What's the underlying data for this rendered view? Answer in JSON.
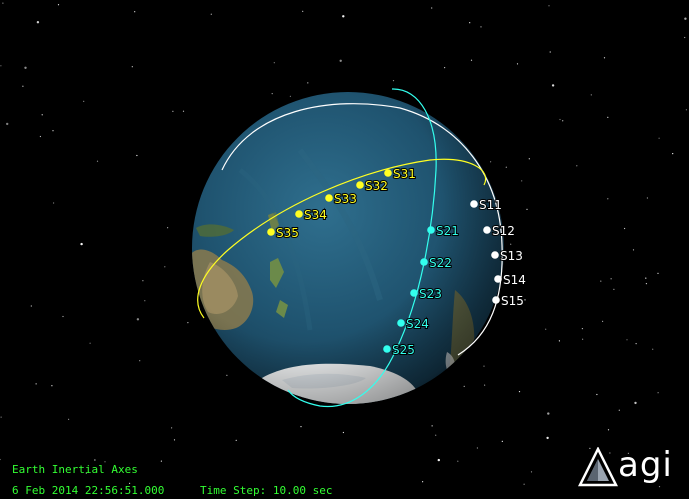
{
  "viewer": {
    "reference_frame": "Earth Inertial Axes",
    "datetime": "6 Feb 2014 22:56:51.000",
    "time_step_label": "Time Step: 10.00 sec",
    "brand": "agi",
    "logo_icon": "agi-triangle-logo-icon",
    "globe_icon": "earth-globe-icon"
  },
  "colors": {
    "background": "#000000",
    "hud_text": "#33ff33",
    "plane_yellow": "#ffff22",
    "plane_cyan": "#33ffee",
    "plane_white": "#ffffff"
  },
  "orbital_planes": [
    {
      "name_hidden": "plane-yellow",
      "color": "#ffff22",
      "satellites": [
        "S31",
        "S32",
        "S33",
        "S34",
        "S35"
      ]
    },
    {
      "name_hidden": "plane-cyan",
      "color": "#33ffee",
      "satellites": [
        "S21",
        "S22",
        "S23",
        "S24",
        "S25"
      ]
    },
    {
      "name_hidden": "plane-white",
      "color": "#ffffff",
      "satellites": [
        "S11",
        "S12",
        "S13",
        "S14",
        "S15"
      ]
    }
  ]
}
